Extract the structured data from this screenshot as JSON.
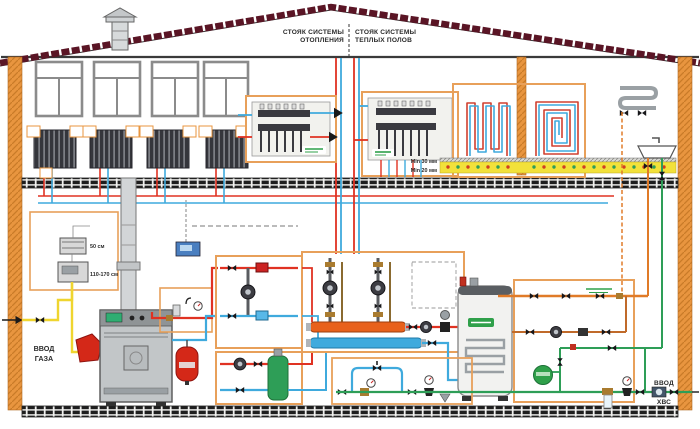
{
  "diagram": {
    "type": "house-heating-and-water-supply-scheme",
    "labels": {
      "riser_heating": {
        "line1": "СТОЯК СИСТЕМЫ",
        "line2": "ОТОПЛЕНИЯ"
      },
      "riser_floors": {
        "line1": "СТОЯК СИСТЕМЫ",
        "line2": "ТЕПЛЫХ ПОЛОВ"
      },
      "gas_inlet": {
        "line1": "ВВОД",
        "line2": "ГАЗА"
      },
      "cold_water_inlet": {
        "line1": "ВВОД",
        "line2": "ХВС"
      },
      "floor_screed_min": "Min 30 мм",
      "floor_insulation_min": "Min 20 мм",
      "gas_meter_height": "50 см",
      "gas_regulator_height": "110-170 см"
    },
    "colors": {
      "wall_orange": "#E8953F",
      "wall_hatch": "#C97B28",
      "roof_maroon": "#5A1525",
      "pipe_heating_supply_red": "#E03222",
      "pipe_heating_return_blue": "#3FAADD",
      "pipe_cold_water_green": "#2E9E57",
      "pipe_hot_water_orange": "#E07B28",
      "pipe_gas_yellow": "#EFD52F",
      "equipment_box_outline": "#E8A05A",
      "supply_manifold_orange": "#E8611C",
      "hydro_separator_green": "#2E9E57",
      "expansion_tank_red": "#D42818",
      "expansion_tank_green": "#2FA04A",
      "insulation_yellow": "#F2E13A"
    }
  }
}
